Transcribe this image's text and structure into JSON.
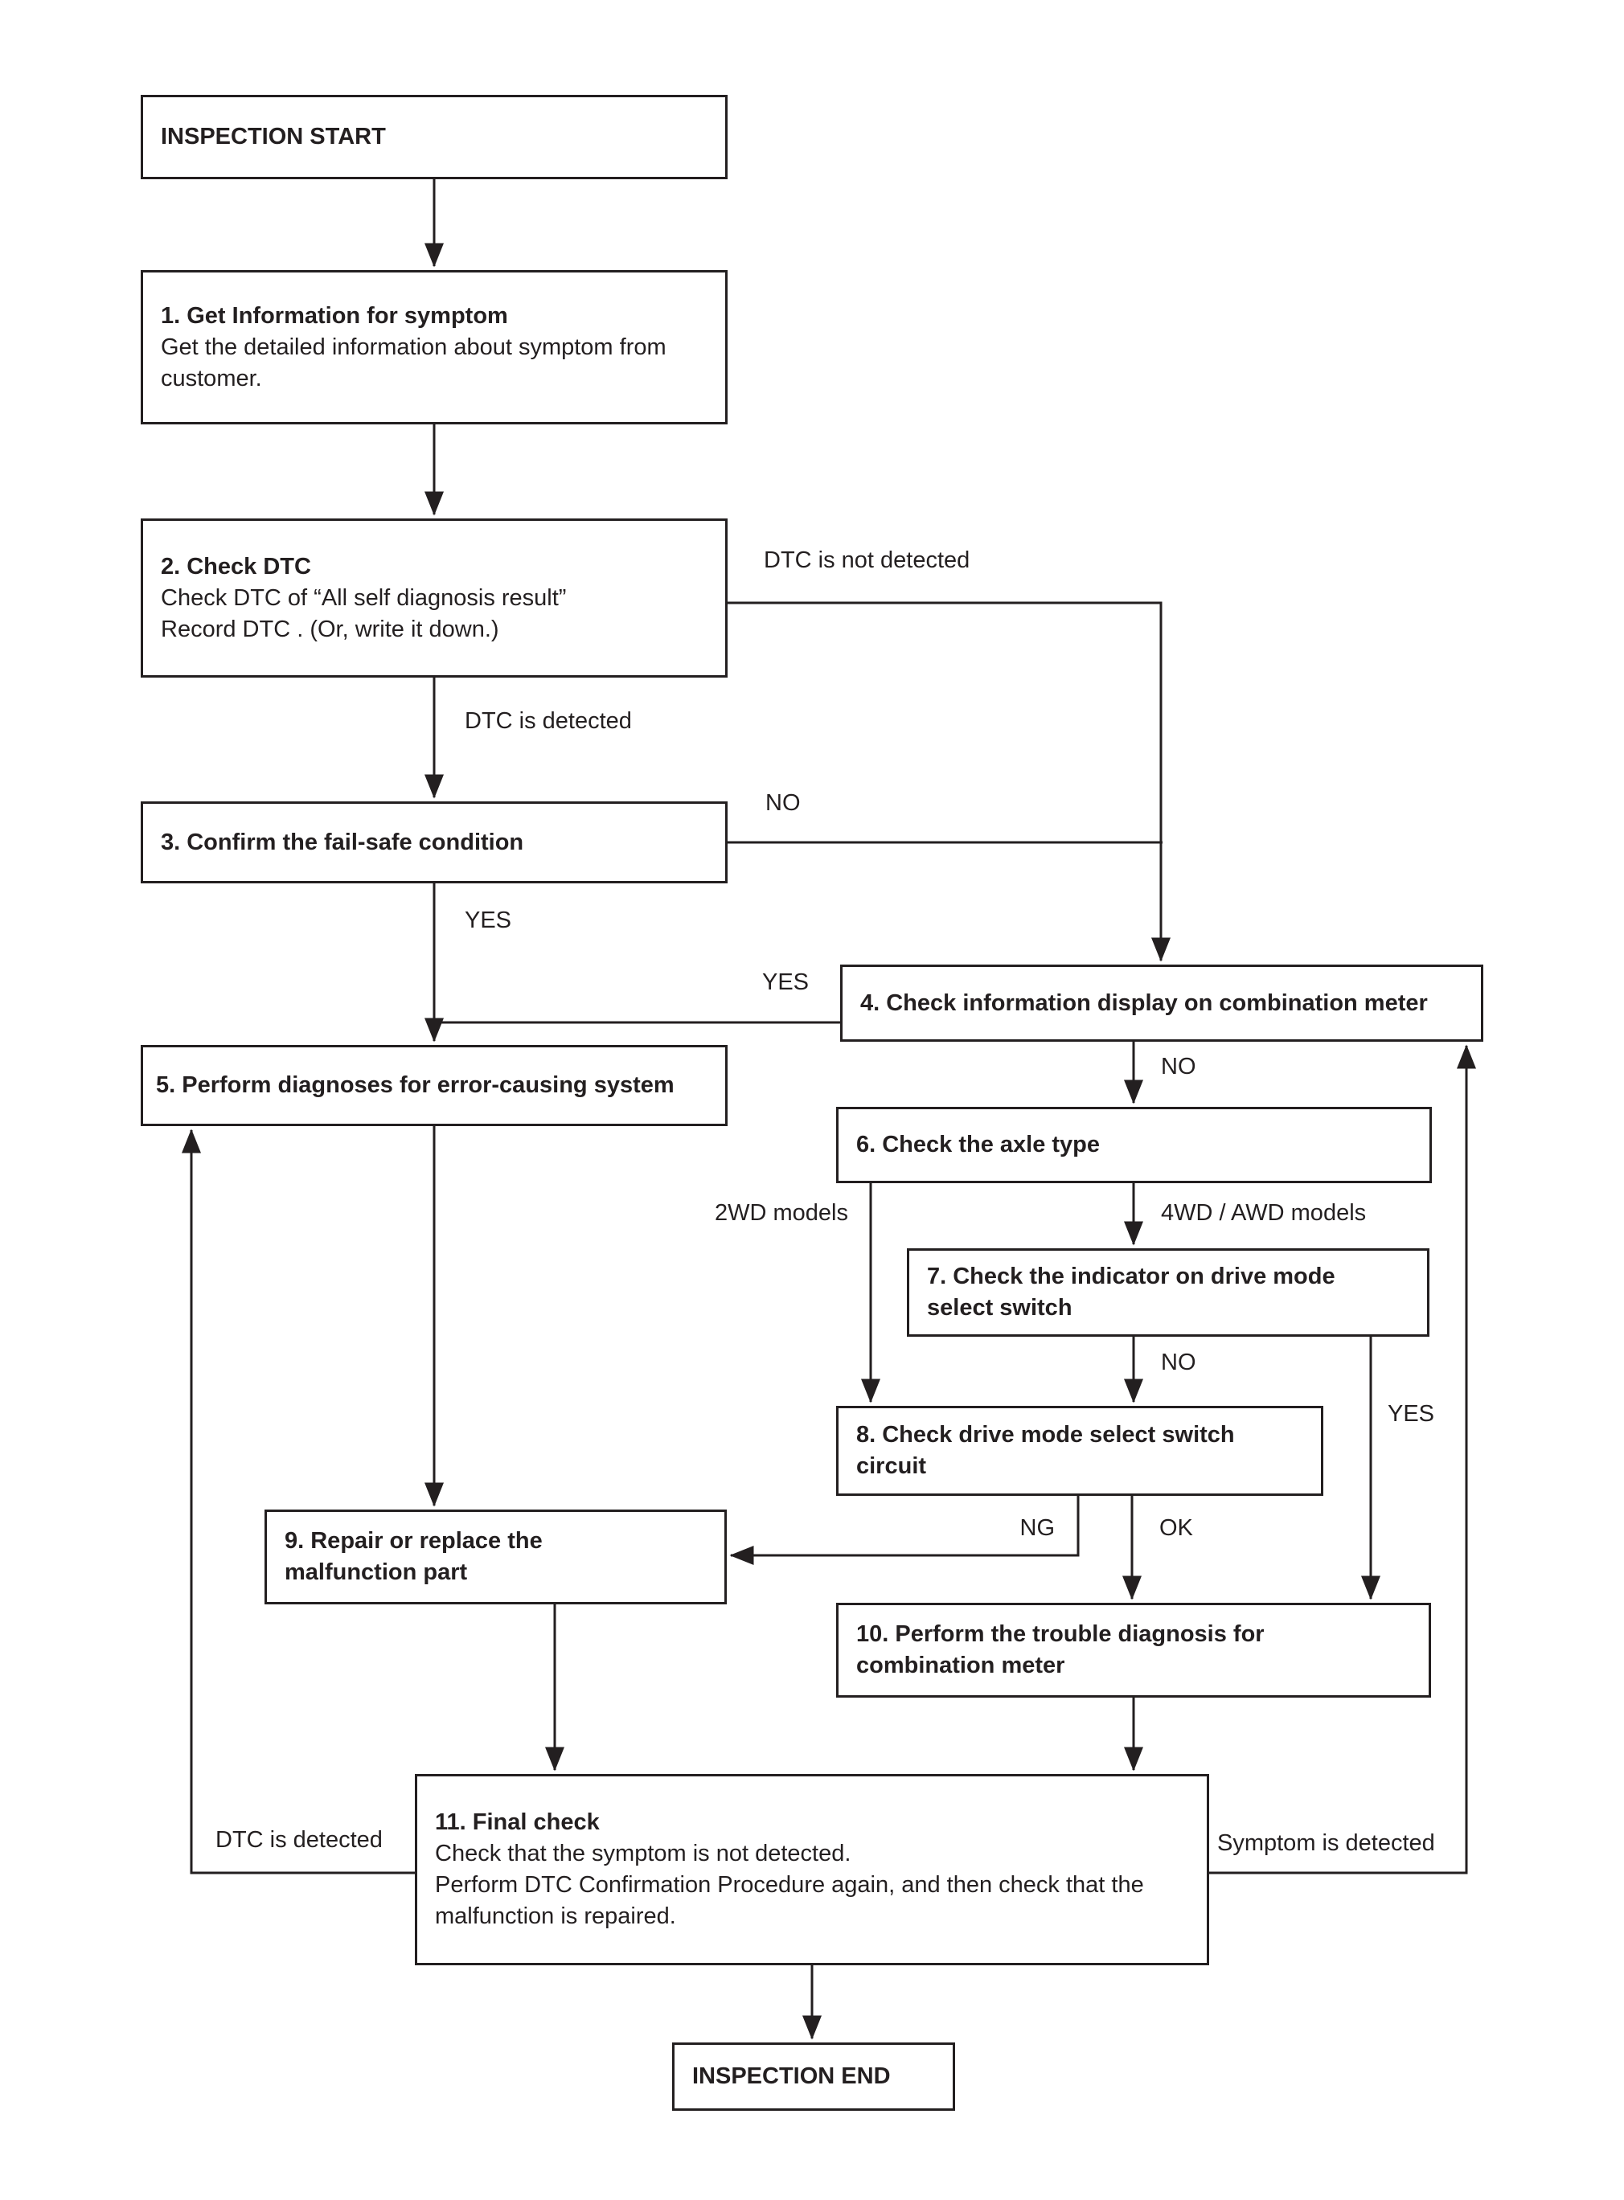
{
  "nodes": {
    "start": {
      "title": "INSPECTION START"
    },
    "step1": {
      "title": "1. Get Information for symptom",
      "body": "Get the detailed information about symptom from\ncustomer."
    },
    "step2": {
      "title": "2. Check DTC",
      "body": "Check DTC of “All self diagnosis result”\nRecord DTC . (Or, write it down.)"
    },
    "step3": {
      "title": "3. Confirm the fail-safe condition"
    },
    "step4": {
      "title": "4. Check information display on combination meter"
    },
    "step5": {
      "title": "5. Perform diagnoses for error-causing system"
    },
    "step6": {
      "title": "6. Check the axle type"
    },
    "step7": {
      "title": "7. Check the indicator on drive mode\nselect switch"
    },
    "step8": {
      "title": "8. Check drive mode select switch\ncircuit"
    },
    "step9": {
      "title": "9. Repair or replace the\nmalfunction part"
    },
    "step10": {
      "title": "10. Perform the trouble diagnosis for\ncombination meter"
    },
    "step11": {
      "title": "11. Final check",
      "body": "Check that the symptom is not detected.\nPerform DTC Confirmation Procedure again, and then check that the\nmalfunction is repaired."
    },
    "end": {
      "title": "INSPECTION END"
    }
  },
  "labels": {
    "dtc_not_detected": "DTC is not detected",
    "dtc_detected": "DTC is detected",
    "no_failsafe": "NO",
    "yes_failsafe": "YES",
    "yes_display": "YES",
    "no_display": "NO",
    "models_2wd": "2WD models",
    "models_4wd": "4WD / AWD models",
    "no_indicator": "NO",
    "yes_indicator": "YES",
    "ng": "NG",
    "ok": "OK",
    "dtc_detected_return": "DTC is detected",
    "symptom_detected_return": "Symptom is detected"
  },
  "colors": {
    "line": "#231f20",
    "box_border": "#231f20",
    "text": "#231f20",
    "background": "#ffffff"
  }
}
